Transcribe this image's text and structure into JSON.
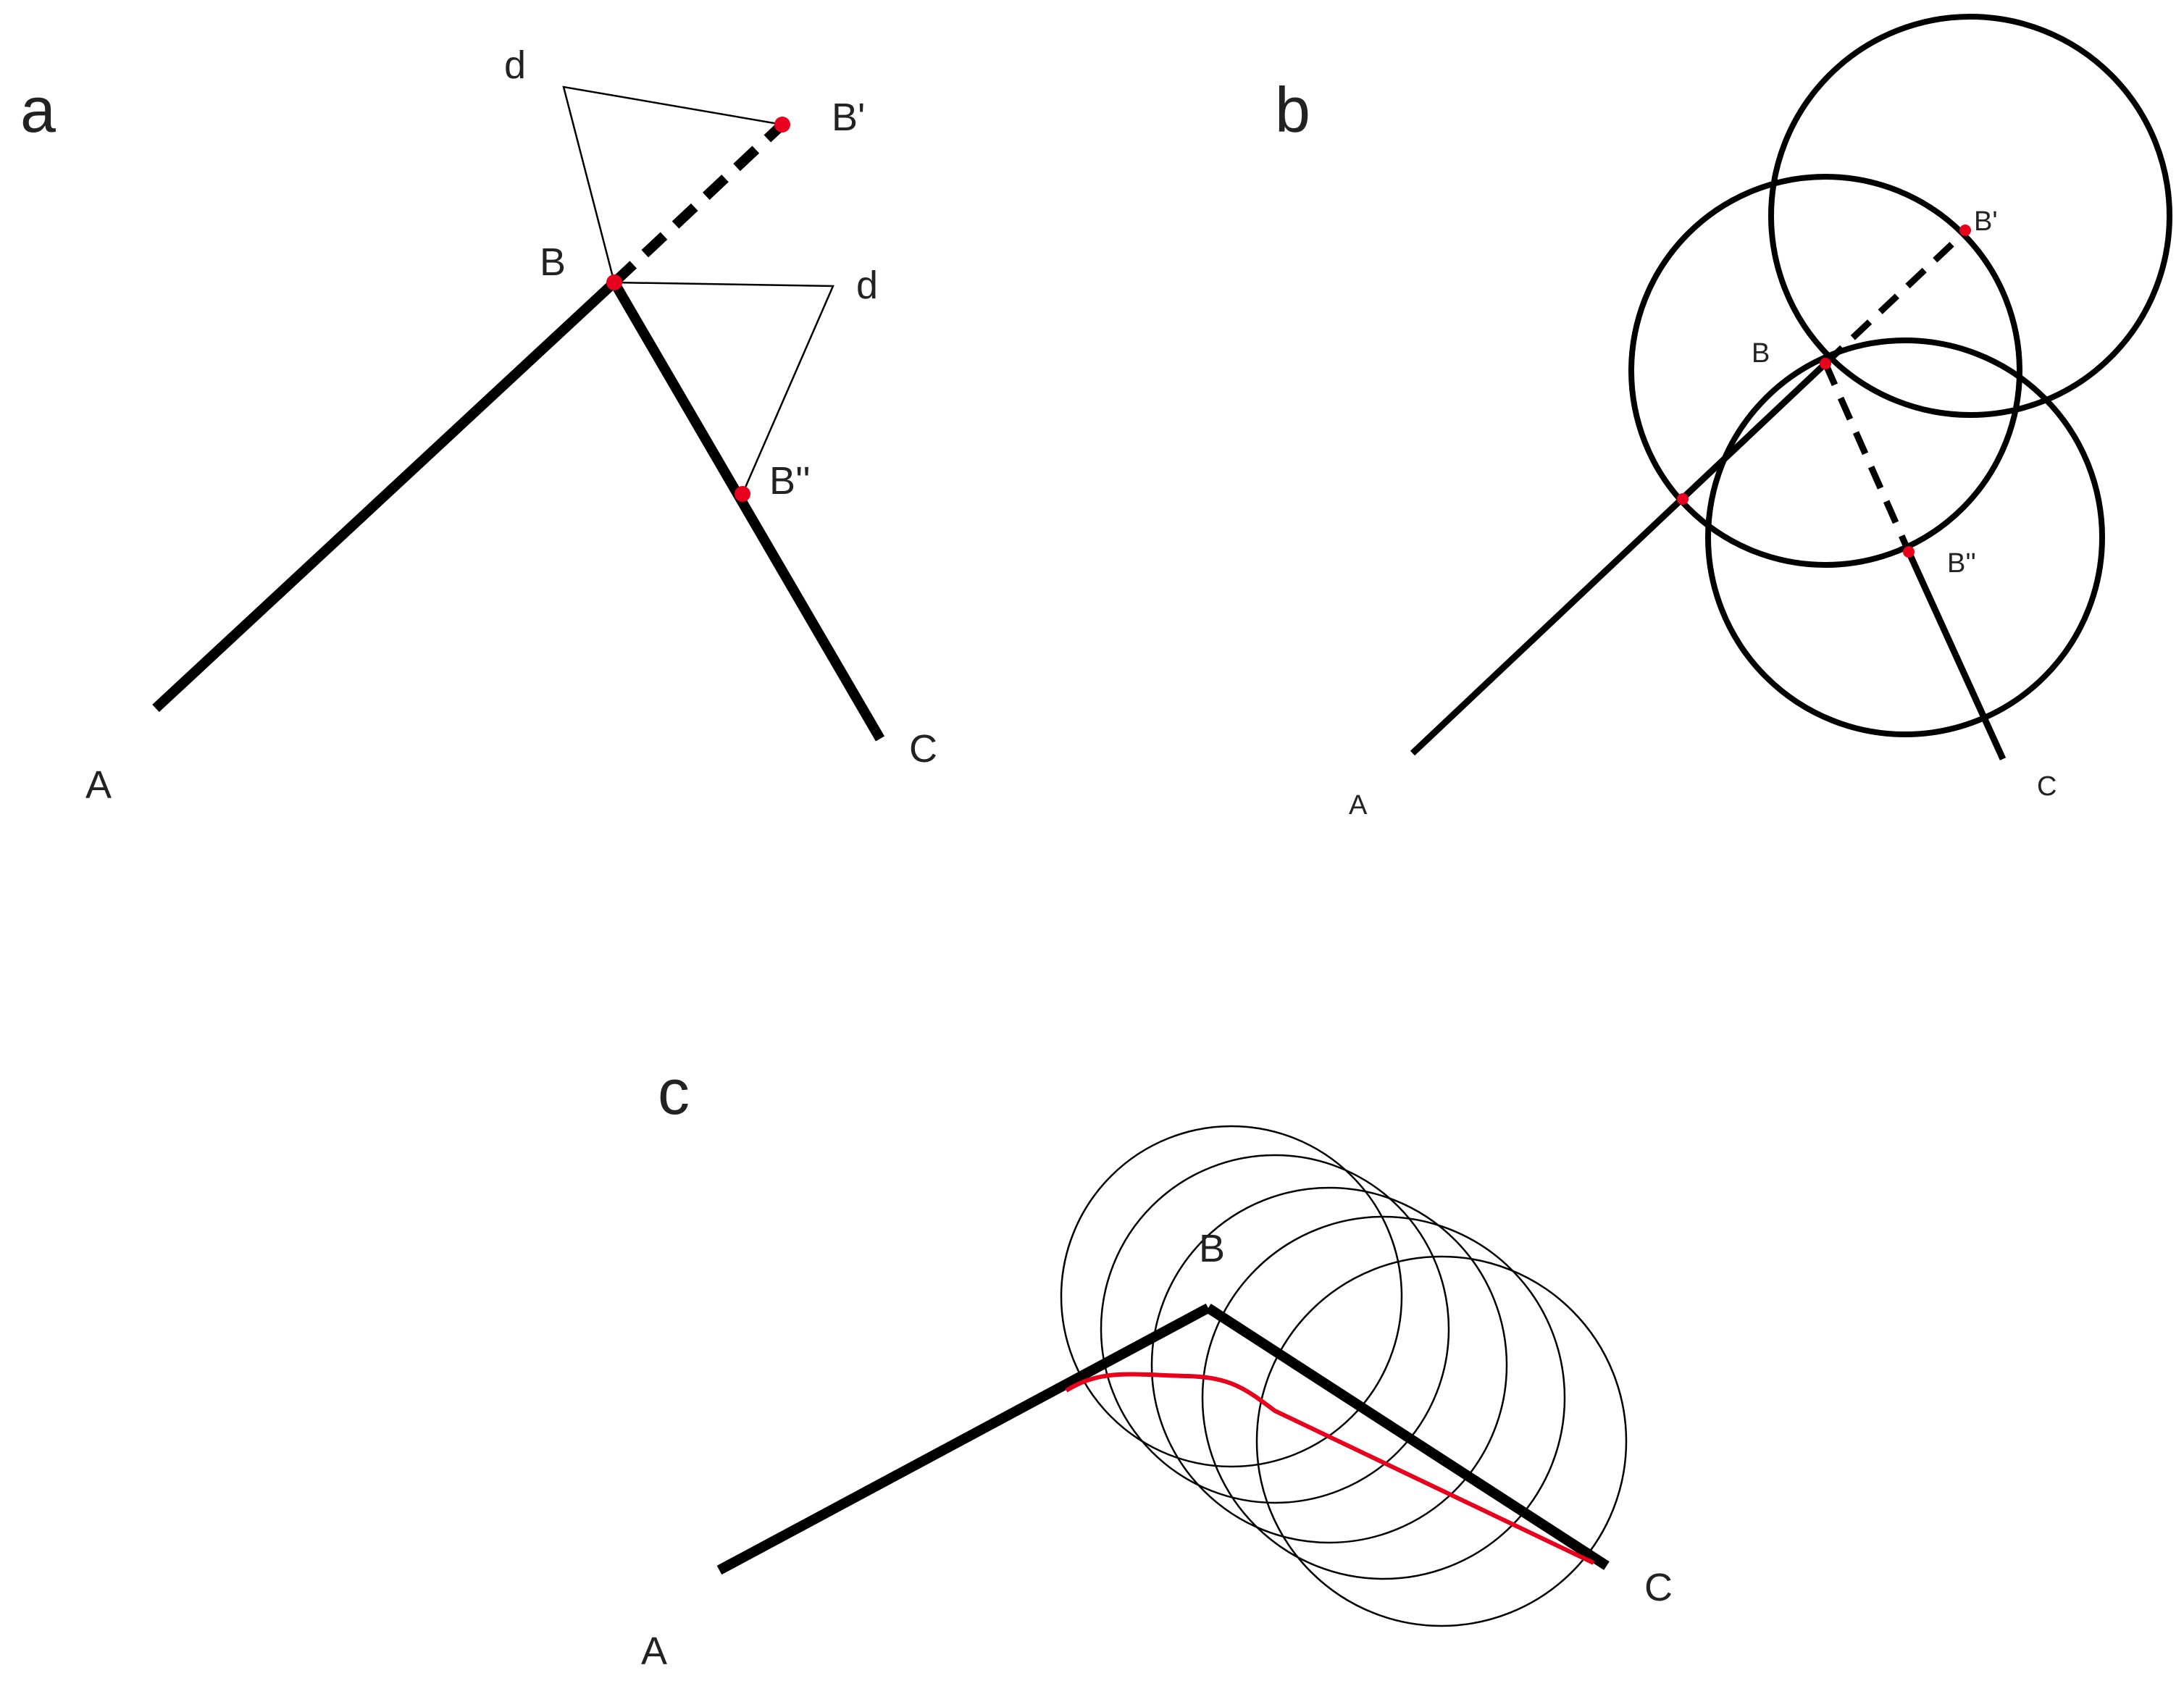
{
  "panels": {
    "a": {
      "letter": "a",
      "labels": {
        "A": "A",
        "B": "B",
        "C": "C",
        "B1": "B'",
        "B2": "B''",
        "d1": "d",
        "d2": "d"
      }
    },
    "b": {
      "letter": "b",
      "labels": {
        "A": "A",
        "B": "B",
        "C": "C",
        "B1": "B'",
        "B2": "B''"
      }
    },
    "c": {
      "letter": "c",
      "labels": {
        "A": "A",
        "B": "B",
        "C": "C"
      }
    }
  },
  "colors": {
    "line": "#000000",
    "highlight": "#e8001c",
    "background": "#ffffff"
  }
}
